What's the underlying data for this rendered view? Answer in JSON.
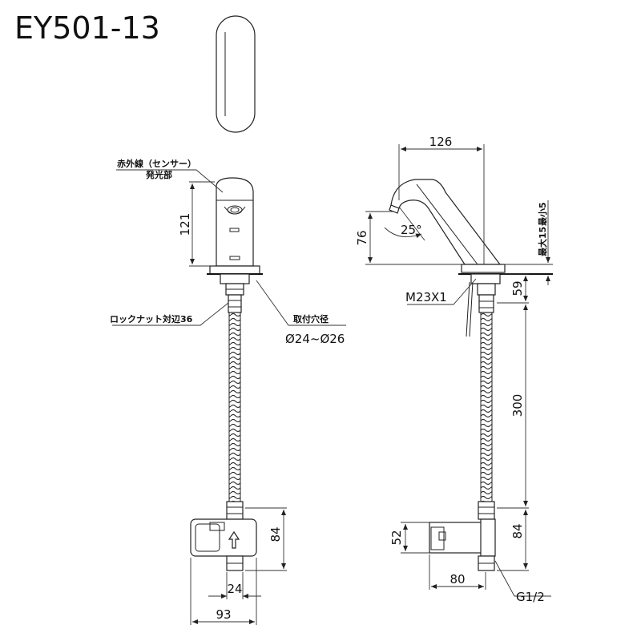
{
  "model": "EY501-13",
  "labels": {
    "sensor_line1": "赤外線（センサー）",
    "sensor_line2": "発光部",
    "lock_nut": "ロックナット対辺36",
    "mount_hole_title": "取付穴径",
    "mount_hole_value": "Ø24~Ø26",
    "thread": "M23X1",
    "outlet_thread": "G1/2",
    "max_thickness": "最大15",
    "min_thickness": "最小5"
  },
  "dimensions": {
    "front_height": "121",
    "spout_reach": "126",
    "spout_height": "76",
    "angle": "25°",
    "shank_length": "59",
    "hose_length": "300",
    "valve_height_left": "84",
    "valve_height_right": "84",
    "valve_width_small": "24",
    "valve_width_total": "93",
    "valve_depth": "80",
    "valve_inner_height": "52"
  }
}
